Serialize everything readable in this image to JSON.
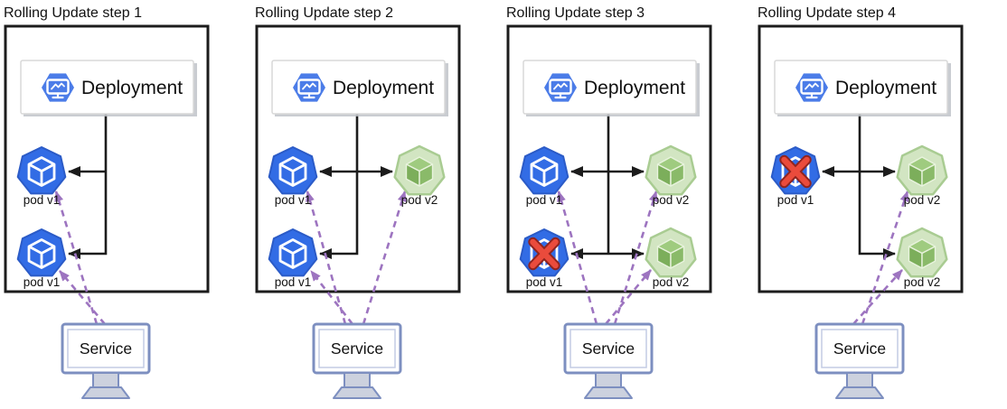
{
  "diagram": {
    "panels": [
      {
        "title": "Rolling Update step 1",
        "deployment_label": "Deployment",
        "service_label": "Service",
        "pods": [
          {
            "slot": "top-left",
            "label": "pod v1",
            "version": "v1",
            "terminating": false
          },
          {
            "slot": "bottom-left",
            "label": "pod v1",
            "version": "v1",
            "terminating": false
          }
        ]
      },
      {
        "title": "Rolling Update step 2",
        "deployment_label": "Deployment",
        "service_label": "Service",
        "pods": [
          {
            "slot": "top-left",
            "label": "pod v1",
            "version": "v1",
            "terminating": false
          },
          {
            "slot": "top-right",
            "label": "pod v2",
            "version": "v2",
            "terminating": false
          },
          {
            "slot": "bottom-left",
            "label": "pod v1",
            "version": "v1",
            "terminating": false
          }
        ]
      },
      {
        "title": "Rolling Update step 3",
        "deployment_label": "Deployment",
        "service_label": "Service",
        "pods": [
          {
            "slot": "top-left",
            "label": "pod v1",
            "version": "v1",
            "terminating": false
          },
          {
            "slot": "top-right",
            "label": "pod v2",
            "version": "v2",
            "terminating": false
          },
          {
            "slot": "bottom-left",
            "label": "pod v1",
            "version": "v1",
            "terminating": true
          },
          {
            "slot": "bottom-right",
            "label": "pod v2",
            "version": "v2",
            "terminating": false
          }
        ]
      },
      {
        "title": "Rolling Update step 4",
        "deployment_label": "Deployment",
        "service_label": "Service",
        "pods": [
          {
            "slot": "top-left",
            "label": "pod v1",
            "version": "v1",
            "terminating": true
          },
          {
            "slot": "top-right",
            "label": "pod v2",
            "version": "v2",
            "terminating": false
          },
          {
            "slot": "bottom-right",
            "label": "pod v2",
            "version": "v2",
            "terminating": false
          }
        ]
      }
    ],
    "icons": {
      "pod_v1": "kubernetes-pod-blue-cube-icon",
      "pod_v2": "kubernetes-pod-green-cube-icon",
      "terminating": "red-x-icon",
      "deployment": "deployment-hexagon-monitor-icon",
      "service": "service-monitor-icon"
    },
    "colors": {
      "pod_v1_blue": "#326ce5",
      "pod_v2_green_fill": "#d2e5c2",
      "pod_v2_cube_green": "#7cae5b",
      "deployment_icon_blue": "#4b7ce8",
      "terminating_x_red": "#ea4b3c",
      "service_traffic_purple": "#9d74c0",
      "controller_arrow_black": "#1c1c1c",
      "service_monitor_border": "#7d8fc0"
    }
  }
}
